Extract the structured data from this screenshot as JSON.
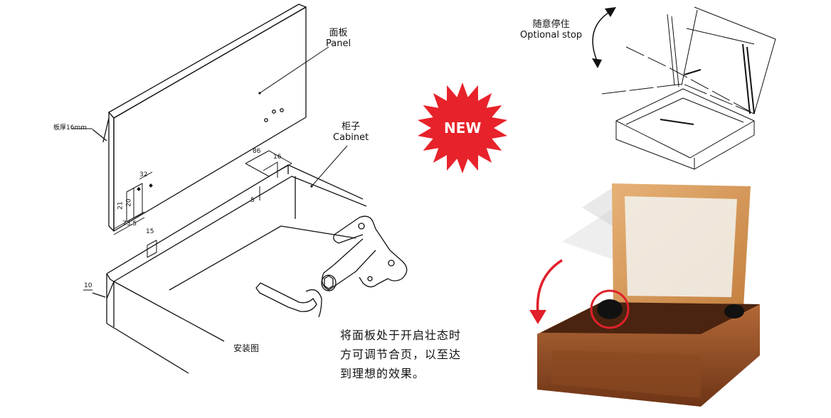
{
  "labels": {
    "panel_cn": "面板",
    "panel_en": "Panel",
    "cabinet_cn": "柜子",
    "cabinet_en": "Cabinet",
    "thickness": "板厚16mm",
    "install_caption": "安装图",
    "optional_stop_cn": "随意停住",
    "optional_stop_en": "Optional stop",
    "new_badge": "NEW"
  },
  "dimensions": {
    "d86": "86",
    "d16": "16",
    "d5": "5",
    "d32": "32",
    "d21": "21",
    "d20": "20",
    "d73_5": "73.5",
    "d15": "15",
    "d10": "10"
  },
  "description": {
    "line1": "将面板处于开启壮态时",
    "line2": "方可调节合页，以至达",
    "line3": "到理想的效果。"
  },
  "colors": {
    "line": "#111111",
    "badge": "#e8222a",
    "wood": "#8a4a22",
    "frame": "#d79a5a",
    "highlight": "#e0202a"
  }
}
